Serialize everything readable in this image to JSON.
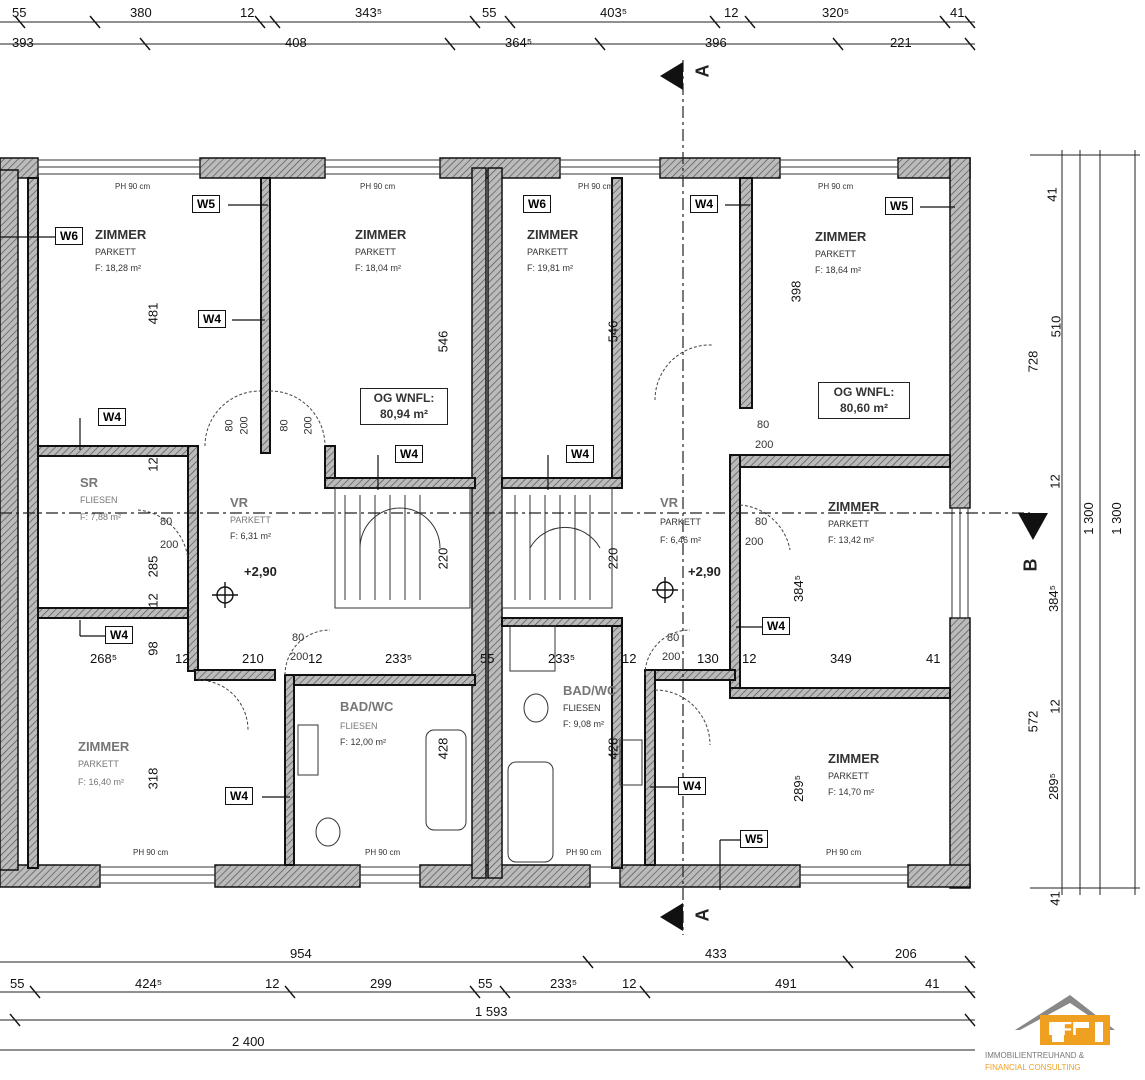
{
  "top_dims_row1": [
    "55",
    "380",
    "12",
    "343⁵",
    "55",
    "403⁵",
    "12",
    "320⁵",
    "41"
  ],
  "top_dims_row2": [
    "393",
    "408",
    "364⁵",
    "396",
    "221"
  ],
  "bottom_dims_row1": [
    "954",
    "433",
    "206"
  ],
  "bottom_dims_row2": [
    "55",
    "424⁵",
    "12",
    "299",
    "55",
    "233⁵",
    "12",
    "491",
    "41"
  ],
  "bottom_dims_row3": [
    "1 593"
  ],
  "bottom_dims_row4": [
    "2 400"
  ],
  "right_dims": [
    "41",
    "510",
    "728",
    "12",
    "1 300",
    "1 300",
    "384⁵",
    "572",
    "12",
    "289⁵",
    "41"
  ],
  "section_markers": {
    "a_top": "A",
    "a_bottom": "A",
    "b": "B"
  },
  "elevation_left": "+2,90",
  "elevation_right": "+2,90",
  "tags": {
    "w6": "W6",
    "w5": "W5",
    "w4": "W4"
  },
  "rooms": {
    "r1": {
      "title": "ZIMMER",
      "floor": "PARKETT",
      "area": "F: 18,28 m²"
    },
    "r2": {
      "title": "ZIMMER",
      "floor": "PARKETT",
      "area": "F: 18,04 m²"
    },
    "r3": {
      "title": "ZIMMER",
      "floor": "PARKETT",
      "area": "F: 19,81 m²"
    },
    "r4": {
      "title": "ZIMMER",
      "floor": "PARKETT",
      "area": "F: 18,64 m²"
    },
    "sr": {
      "title": "SR",
      "floor": "FLIESEN",
      "area": "F: 7,88 m²"
    },
    "vr1": {
      "title": "VR",
      "floor": "PARKETT",
      "area": "F: 6,31 m²"
    },
    "vr2": {
      "title": "VR",
      "floor": "PARKETT",
      "area": "F: 6,46 m²"
    },
    "r5": {
      "title": "ZIMMER",
      "floor": "PARKETT",
      "area": "F: 13,42 m²"
    },
    "r6": {
      "title": "ZIMMER",
      "floor": "PARKETT",
      "area": "F: 16,40 m²"
    },
    "bad1": {
      "title": "BAD/WC",
      "floor": "FLIESEN",
      "area": "F: 12,00 m²"
    },
    "bad2": {
      "title": "BAD/WC",
      "floor": "FLIESEN",
      "area": "F: 9,08 m²"
    },
    "r7": {
      "title": "ZIMMER",
      "floor": "PARKETT",
      "area": "F: 14,70 m²"
    }
  },
  "wnfl_left": {
    "line1": "OG WNFL:",
    "line2": "80,94 m²"
  },
  "wnfl_right": {
    "line1": "OG WNFL:",
    "line2": "80,60 m²"
  },
  "ph": "PH 90 cm",
  "inner_dims": {
    "d481": "481",
    "d546a": "546",
    "d546b": "546",
    "d398": "398",
    "d12a": "12",
    "d285": "285",
    "d12b": "12",
    "d98": "98",
    "d318": "318",
    "d428a": "428",
    "d428b": "428",
    "d220a": "220",
    "d220b": "220",
    "d268": "268⁵",
    "d12c": "12",
    "d210": "210",
    "d12d": "12",
    "d233a": "233⁵",
    "d55": "55",
    "d233b": "233⁵",
    "d12e": "12",
    "d130": "130",
    "d12f": "12",
    "d349": "349",
    "d41": "41",
    "d384": "384⁵",
    "d289": "289⁵",
    "door80": "80",
    "door200": "200"
  },
  "logo": {
    "text": "DFI",
    "line1": "IMMOBILIENTREUHAND &",
    "line2": "FINANCIAL CONSULTING",
    "accent": "#f0a020",
    "gray": "#888888"
  }
}
